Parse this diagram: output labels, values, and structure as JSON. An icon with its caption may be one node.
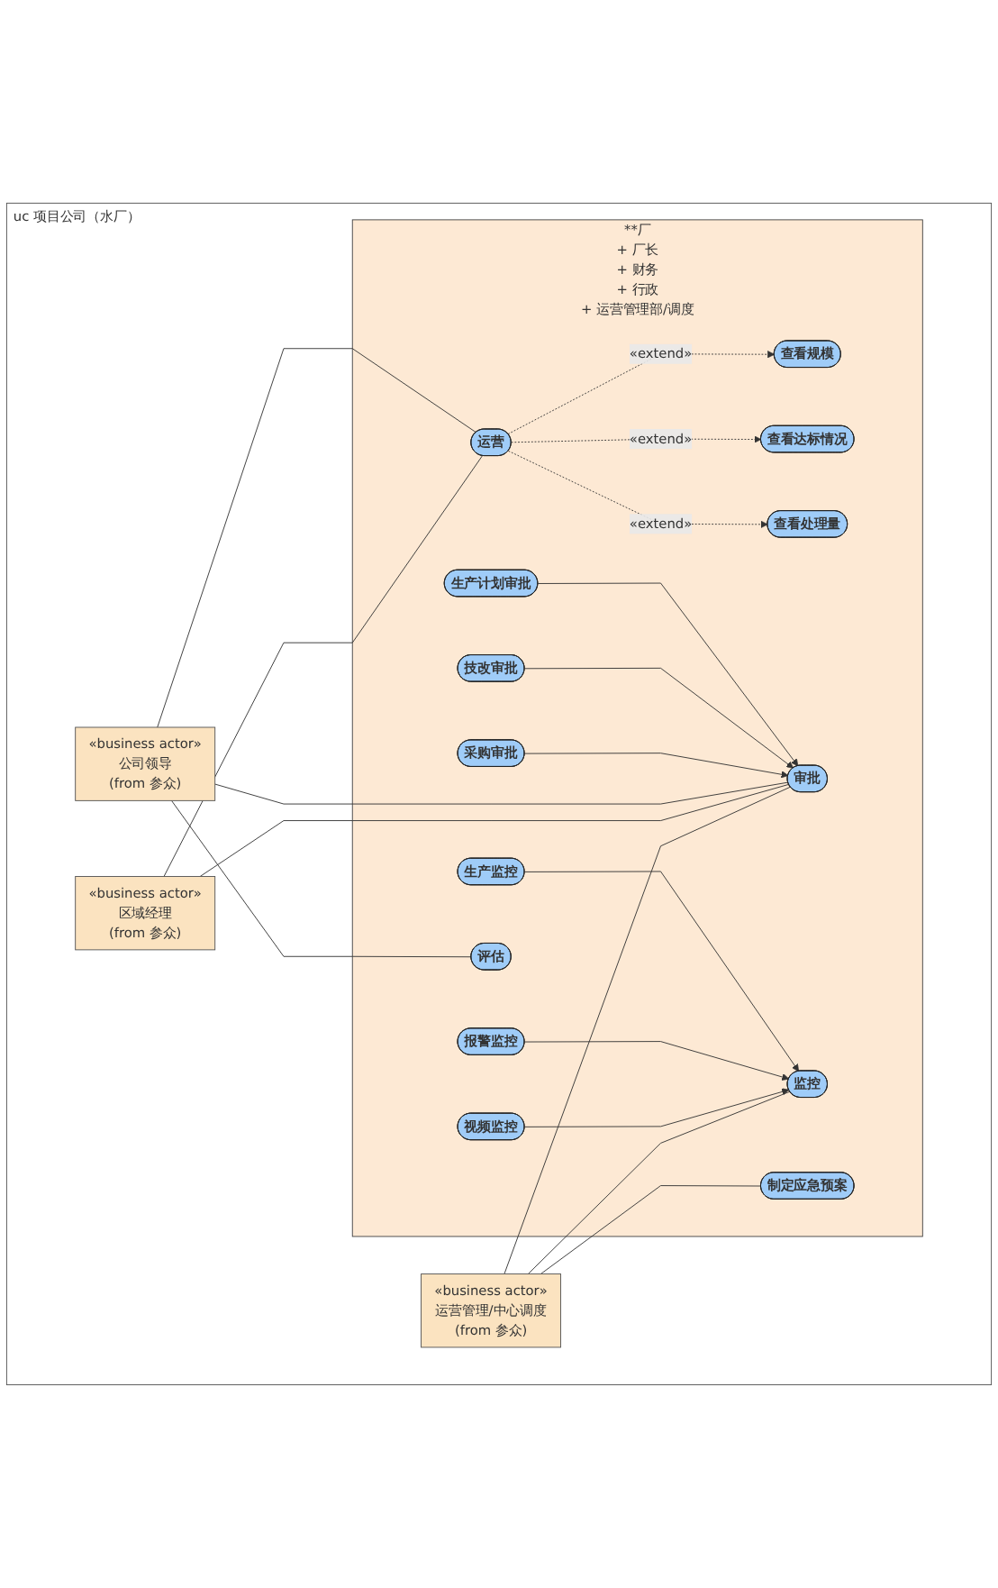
{
  "diagram": {
    "nodes": [
      {
        "text": [
          "uc 项目公司（水厂）"
        ]
      },
      {
        "text": [
          "**厂",
          "+ 厂长",
          "+ 财务",
          "+ 行政",
          "+ 运营管理部/调度"
        ],
        "in": 0
      },
      {
        "text": [
          "运营"
        ],
        "in": 1
      },
      {
        "text": [
          "查看规模"
        ],
        "in": 1
      },
      {
        "text": [
          "查看达标情况"
        ],
        "in": 1
      },
      {
        "text": [
          "查看处理量"
        ],
        "in": 1
      },
      {
        "text": [
          "生产计划审批"
        ],
        "in": 1
      },
      {
        "text": [
          "审批"
        ],
        "in": 1
      },
      {
        "text": [
          "技改审批"
        ],
        "in": 1
      },
      {
        "text": [
          "采购审批"
        ],
        "in": 1
      },
      {
        "text": [
          "生产监控"
        ],
        "in": 1
      },
      {
        "text": [
          "监控"
        ],
        "in": 1
      },
      {
        "text": [
          "报警监控"
        ],
        "in": 1
      },
      {
        "text": [
          "视频监控"
        ],
        "in": 1
      },
      {
        "text": [
          "评估"
        ],
        "in": 1
      },
      {
        "text": [
          "制定应急预案"
        ],
        "in": 1
      },
      {
        "text": [
          "«business actor»",
          "公司领导",
          "(from 参众)"
        ],
        "in": 0
      },
      {
        "text": [
          "«business actor»",
          "区域经理",
          "(from 参众)"
        ],
        "in": 0
      },
      {
        "text": [
          "«business actor»",
          "运营管理/中心调度",
          "(from 参众)"
        ],
        "in": 0
      }
    ],
    "edges": [
      {
        "from": 2,
        "to": 3,
        "arrow": "to",
        "style": "dashed",
        "label": "«extend»"
      },
      {
        "from": 2,
        "to": 4,
        "arrow": "to",
        "style": "dashed",
        "label": "«extend»"
      },
      {
        "from": 2,
        "to": 5,
        "arrow": "to",
        "style": "dashed",
        "label": "«extend»"
      },
      {
        "from": 6,
        "to": 7,
        "arrow": "to"
      },
      {
        "from": 8,
        "to": 7,
        "arrow": "to"
      },
      {
        "from": 9,
        "to": 7,
        "arrow": "to"
      },
      {
        "from": 10,
        "to": 11,
        "arrow": "to"
      },
      {
        "from": 12,
        "to": 11,
        "arrow": "to"
      },
      {
        "from": 13,
        "to": 11,
        "arrow": "to"
      },
      {
        "from": 16,
        "to": 2,
        "arrow": "none"
      },
      {
        "from": 16,
        "to": 7,
        "arrow": "none"
      },
      {
        "from": 16,
        "to": 14,
        "arrow": "none"
      },
      {
        "from": 17,
        "to": 2,
        "arrow": "none"
      },
      {
        "from": 17,
        "to": 7,
        "arrow": "none"
      },
      {
        "from": 18,
        "to": 7,
        "arrow": "none"
      },
      {
        "from": 18,
        "to": 11,
        "arrow": "none"
      },
      {
        "from": 18,
        "to": 15,
        "arrow": "none"
      }
    ]
  }
}
